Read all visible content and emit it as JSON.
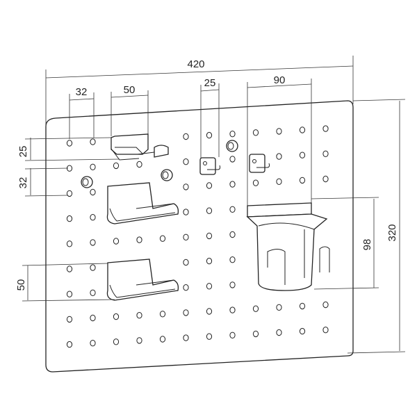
{
  "dimensions": {
    "overall_width": "420",
    "overall_height": "320",
    "hole_pitch_horizontal": "32",
    "shelf_width": "50",
    "hook_spacing": "25",
    "cup_width": "90",
    "holder_height_top": "25",
    "hole_pitch_vertical": "32",
    "shelf_height": "50",
    "cup_height": "98"
  },
  "colors": {
    "stroke": "#222222",
    "background": "#ffffff"
  }
}
